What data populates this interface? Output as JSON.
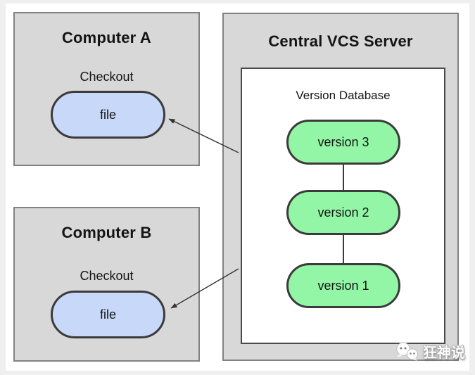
{
  "diagram": {
    "computer_a": {
      "title": "Computer A",
      "checkout_label": "Checkout",
      "file_label": "file"
    },
    "computer_b": {
      "title": "Computer B",
      "checkout_label": "Checkout",
      "file_label": "file"
    },
    "server": {
      "title": "Central VCS Server",
      "database_title": "Version Database",
      "versions": [
        "version 3",
        "version 2",
        "version 1"
      ]
    },
    "edges": [
      {
        "from": "version-database",
        "to": "computer-a-file",
        "style": "arrow"
      },
      {
        "from": "version-database",
        "to": "computer-b-file",
        "style": "arrow"
      },
      {
        "from": "version-3-node",
        "to": "version-2-node",
        "style": "line"
      },
      {
        "from": "version-2-node",
        "to": "version-1-node",
        "style": "line"
      }
    ],
    "watermark": {
      "text": "狂神说",
      "icon": "wechat-icon"
    }
  },
  "colors": {
    "page_bg": "#efefef",
    "canvas_bg": "#ffffff",
    "box_fill": "#d8d8d8",
    "box_border": "#828282",
    "db_border": "#4a4a4a",
    "pill_border": "#3b3b3b",
    "file_fill": "#c8d8f8",
    "version_fill": "#92f6a6",
    "text": "#141414",
    "arrow": "#333333"
  }
}
